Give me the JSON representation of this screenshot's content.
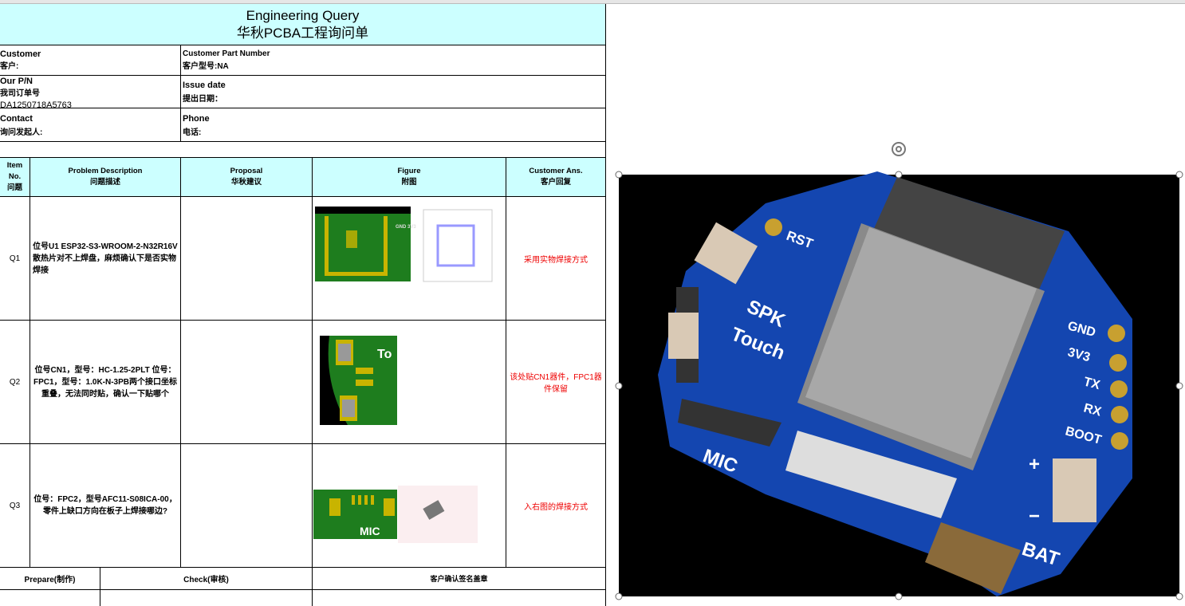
{
  "title": {
    "en": "Engineering Query",
    "cn": "华秋PCBA工程询问单"
  },
  "info": {
    "customer_label": "Customer",
    "customer_cn": "客户:",
    "part_label": "Customer Part Number",
    "part_cn": "客户型号:NA",
    "pn_label": "Our P/N",
    "pn_cn": "我司订单号",
    "pn_value": "DA1250718A5763",
    "issue_label": "Issue date",
    "issue_cn": "提出日期：",
    "contact_label": "Contact",
    "contact_cn": "询问发起人:",
    "phone_label": "Phone",
    "phone_cn": "电话:"
  },
  "headers": [
    {
      "en": "Item No.",
      "cn": "问题"
    },
    {
      "en": "Problem Description",
      "cn": "问题描述"
    },
    {
      "en": "Proposal",
      "cn": "华秋建议"
    },
    {
      "en": "Figure",
      "cn": "附图"
    },
    {
      "en": "Customer Ans.",
      "cn": "客户回复"
    }
  ],
  "rows": [
    {
      "item": "Q1",
      "desc": "位号U1 ESP32-S3-WROOM-2-N32R16V 散热片对不上焊盘，麻烦确认下是否实物焊接",
      "proposal": "",
      "answer": "采用实物焊接方式"
    },
    {
      "item": "Q2",
      "desc": "位号CN1，型号：HC-1.25-2PLT 位号：FPC1，型号：1.0K-N-3PB两个接口坐标重叠，无法同时贴，确认一下贴哪个",
      "proposal": "",
      "answer": "该处贴CN1器件，FPC1器件保留"
    },
    {
      "item": "Q3",
      "desc": "位号：FPC2，型号AFC11-S08ICA-00，零件上缺口方向在板子上焊接哪边?",
      "proposal": "",
      "answer": "入右图的焊接方式"
    }
  ],
  "footer": {
    "prepare": "Prepare(制作)",
    "check": "Check(审核)",
    "confirm": "客户确认签名盖章"
  },
  "figure_labels": {
    "q2": "To",
    "q3": "MIC",
    "q1": "GND 3V3"
  },
  "board_labels": {
    "rst": "RST",
    "spk": "SPK",
    "touch": "Touch",
    "mic": "MIC",
    "gnd": "GND",
    "v33": "3V3",
    "tx": "TX",
    "rx": "RX",
    "boot": "BOOT",
    "plus": "+",
    "minus": "−",
    "bat": "BAT"
  }
}
